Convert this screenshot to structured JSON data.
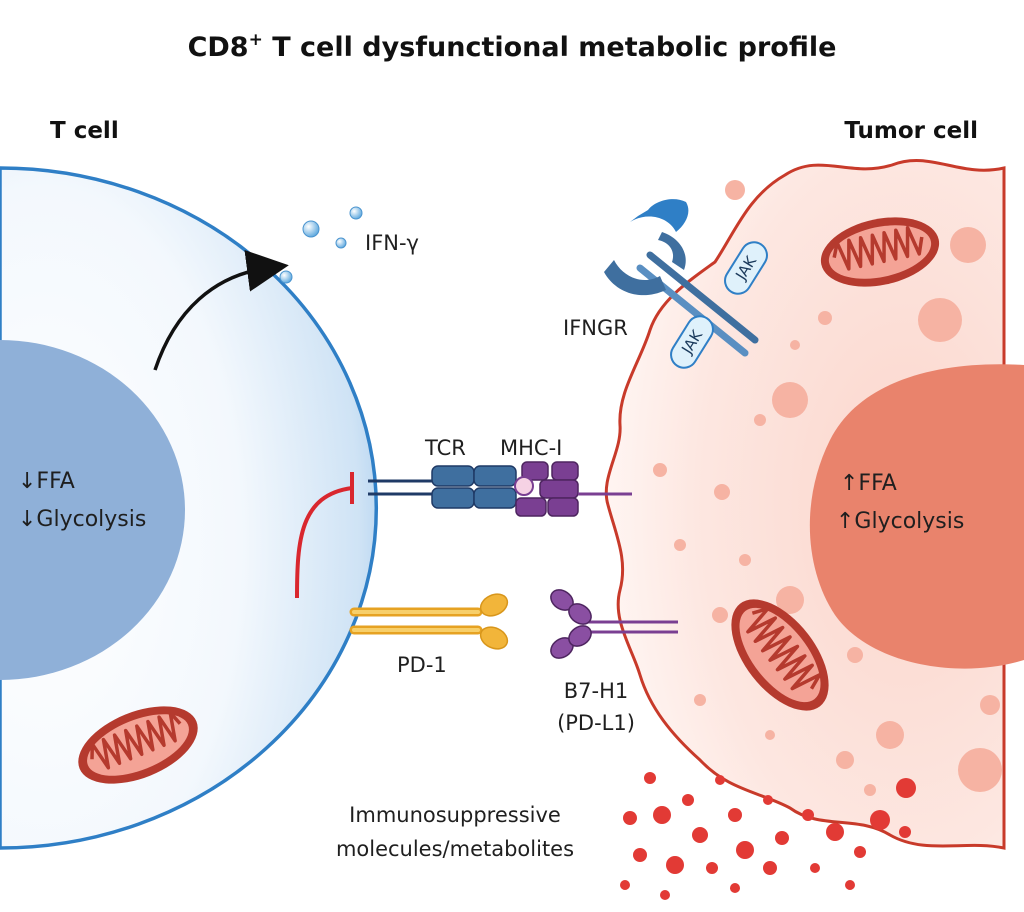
{
  "title": {
    "main": "CD8",
    "sup": "+",
    "rest": " T cell dysfunctional metabolic profile"
  },
  "tcell": {
    "heading": "T cell",
    "metabolism": [
      "↓FFA",
      "↓Glycolysis"
    ]
  },
  "tumor": {
    "heading": "Tumor cell",
    "metabolism": [
      "↑FFA",
      "↑Glycolysis"
    ]
  },
  "labels": {
    "ifn_gamma": "IFN-γ",
    "ifngr": "IFNGR",
    "jak_1": "JAK",
    "jak_2": "JAK",
    "tcr": "TCR",
    "mhc": "MHC-I",
    "pd1": "PD-1",
    "b7h1_line1": "B7-H1",
    "b7h1_line2": "(PD-L1)",
    "immuno_line1": "Immunosuppressive",
    "immuno_line2": "molecules/metabolites"
  },
  "colors": {
    "tcell_membrane": "#2f7fc6",
    "tcell_nucleus": "#8fb0d8",
    "tumor_membrane": "#c83a2a",
    "tumor_nucleus": "#e9836c",
    "mitochondria": "#b53a2e",
    "tcr": "#3f6f9f",
    "mhc": "#7a3f92",
    "pd1": "#f2b53a",
    "pdl1": "#7a3f92",
    "inhibit": "#d9272e",
    "metabolites": "#e23a35"
  }
}
